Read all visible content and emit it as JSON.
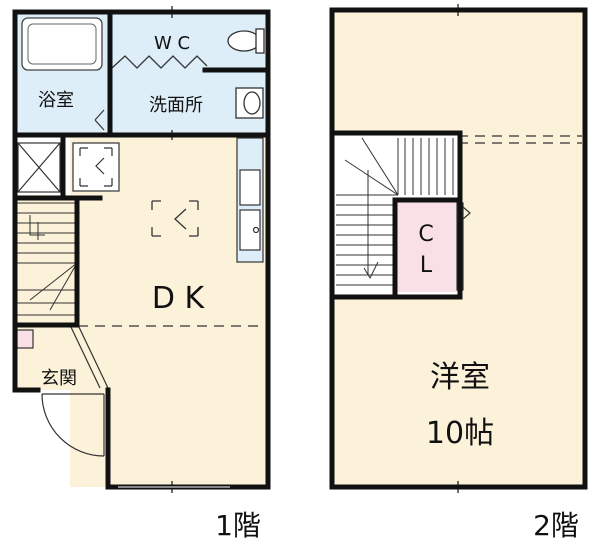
{
  "floor1": {
    "caption": "1階",
    "rooms": {
      "bath": "浴室",
      "wc": "W C",
      "washroom": "洗面所",
      "entrance": "玄関",
      "dk": "D K"
    }
  },
  "floor2": {
    "caption": "2階",
    "rooms": {
      "western_room": "洋室",
      "western_room_size": "10帖",
      "closet_line1": "C",
      "closet_line2": "L"
    }
  },
  "colors": {
    "floor": "#FCF2DA",
    "wet_area": "#DDEEF9",
    "closet": "#F9E0E6",
    "wall": "#111111"
  }
}
